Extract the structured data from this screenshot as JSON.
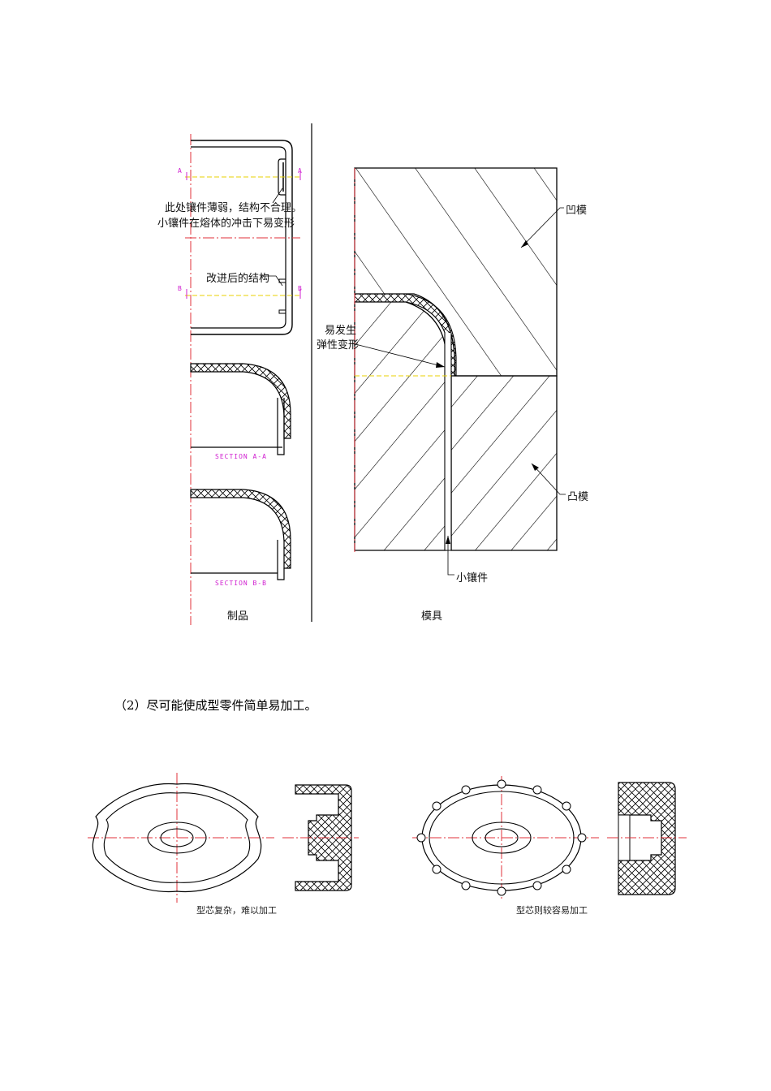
{
  "figure1": {
    "left_panel": {
      "note_line1": "此处镶件薄弱，结构不合理。",
      "note_line2": "小镶件在熔体的冲击下易变形",
      "improved": "改进后的结构",
      "section_aa": "SECTION A-A",
      "section_bb": "SECTION B-B",
      "marker_a": "A",
      "marker_b": "B",
      "caption": "制品"
    },
    "right_panel": {
      "cavity": "凹模",
      "core": "凸模",
      "deform_line1": "易发生",
      "deform_line2": "弹性变形",
      "small_insert": "小镶件",
      "caption": "模具"
    }
  },
  "paragraph": "（2）尽可能使成型零件简单易加工。",
  "figure2": {
    "left_caption": "型芯复杂，难以加工",
    "right_caption": "型芯则较容易加工"
  }
}
